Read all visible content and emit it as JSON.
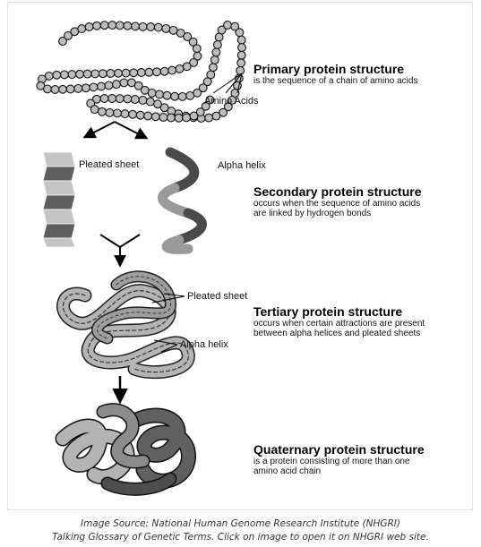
{
  "diagram": {
    "labels": {
      "amino_acids": "Amino Acids",
      "pleated_sheet": "Pleated sheet",
      "alpha_helix": "Alpha helix",
      "tertiary_pleated_sheet": "Pleated sheet",
      "tertiary_alpha_helix": "Alpha helix"
    },
    "structures": [
      {
        "title": "Primary protein structure",
        "description": "is the sequence of a chain of amino acids"
      },
      {
        "title": "Secondary protein structure",
        "description": "occurs when the sequence of amino acids\nare linked by hydrogen bonds"
      },
      {
        "title": "Tertiary protein structure",
        "description": "occurs when certain attractions are present\nbetween alpha helices and pleated sheets"
      },
      {
        "title": "Quaternary protein structure",
        "description": "is a protein consisting of more than one\namino acid chain"
      }
    ]
  },
  "caption": {
    "line1": "Image Source:  National Human Genome Research Institute (NHGRI)",
    "line2": "Talking Glossary of Genetic Terms.  Click on image to open it on NHGRI web site."
  },
  "colors": {
    "bead_fill": "#bdbdbd",
    "sheet_light": "#c4c4c4",
    "sheet_dark": "#5f5f5f",
    "helix_dark": "#4a4a4a",
    "helix_light": "#9a9a9a",
    "protein_light": "#b4b4b4",
    "protein_dark": "#606060"
  }
}
